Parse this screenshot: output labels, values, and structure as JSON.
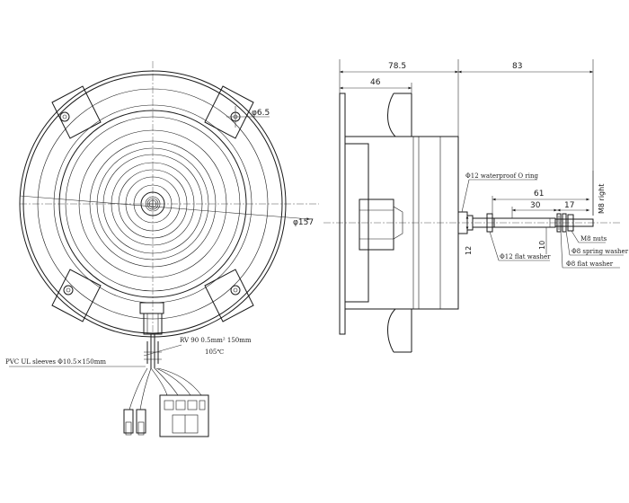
{
  "front_view": {
    "hole_dia": "φ6.5",
    "outer_dia": "φ157",
    "sleeve_note": "PVC UL sleeves Φ10.5×150mm",
    "wire_note": "RV 90 0.5mm² 150mm",
    "temp_note": "105℃"
  },
  "side_view": {
    "dim_overall": "78.5",
    "dim_body": "46",
    "dim_shaft_total": "83",
    "dim_61": "61",
    "dim_30": "30",
    "dim_17": "17",
    "dim_12": "12",
    "dim_10": "10",
    "thread_note": "M8 right",
    "o_ring_note": "Φ12 waterproof O ring",
    "flat_washer_12": "Φ12 flat washer",
    "nut_note": "M8 nuts",
    "spring_washer": "Φ8 spring washer",
    "flat_washer_8": "Φ8 flat washer"
  }
}
